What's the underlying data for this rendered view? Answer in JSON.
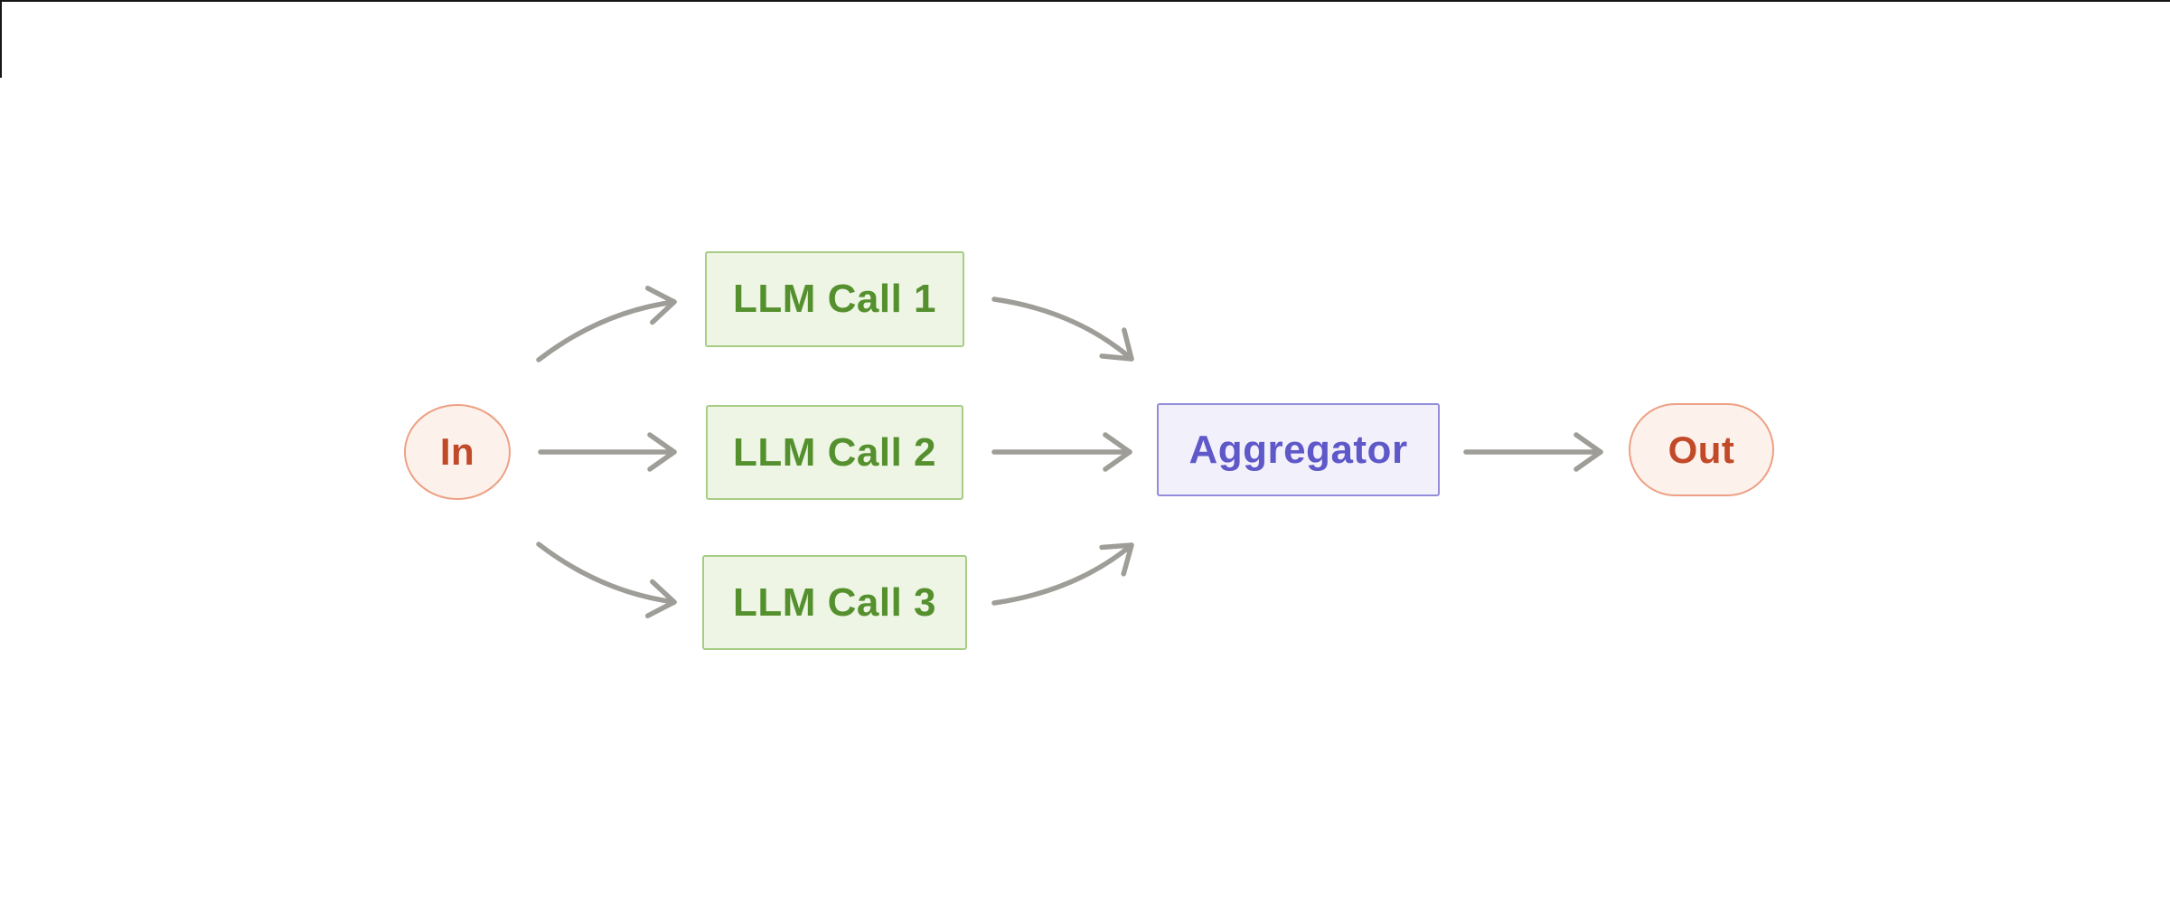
{
  "diagram": {
    "nodes": {
      "input": {
        "label": "In"
      },
      "llm_call_1": {
        "label": "LLM Call 1"
      },
      "llm_call_2": {
        "label": "LLM Call 2"
      },
      "llm_call_3": {
        "label": "LLM Call 3"
      },
      "aggregator": {
        "label": "Aggregator"
      },
      "output": {
        "label": "Out"
      }
    },
    "edges": [
      {
        "from": "In",
        "to": "LLM Call 1"
      },
      {
        "from": "In",
        "to": "LLM Call 2"
      },
      {
        "from": "In",
        "to": "LLM Call 3"
      },
      {
        "from": "LLM Call 1",
        "to": "Aggregator"
      },
      {
        "from": "LLM Call 2",
        "to": "Aggregator"
      },
      {
        "from": "LLM Call 3",
        "to": "Aggregator"
      },
      {
        "from": "Aggregator",
        "to": "Out"
      }
    ],
    "colors": {
      "background": "#ffffff",
      "arrow": "#9e9d97",
      "node_green_fill": "#eef5e4",
      "node_green_border": "#a7cd85",
      "node_green_text": "#55902e",
      "node_purple_fill": "#f2f1fb",
      "node_purple_border": "#938dda",
      "node_purple_text": "#5f58c8",
      "node_orange_fill": "#fdf1ec",
      "node_orange_border": "#eda084",
      "node_orange_text": "#c14a28"
    }
  }
}
